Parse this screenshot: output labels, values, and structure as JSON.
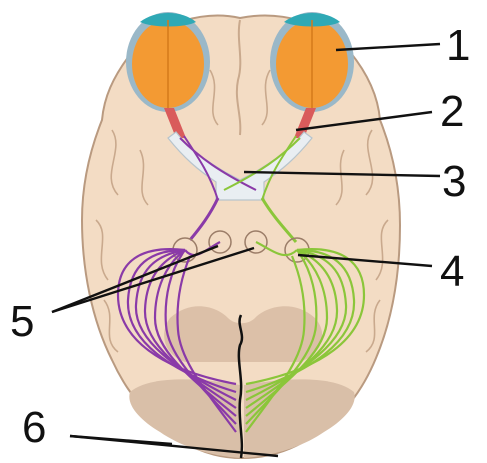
{
  "labels": [
    "1",
    "2",
    "3",
    "4",
    "5",
    "6"
  ],
  "colors": {
    "brain": "#f3dcc4",
    "brain_outline": "#b99a80",
    "brain_fold": "#c9a98d",
    "brainstem": "#dcc0a8",
    "cerebellum": "#d9bfa8",
    "eyeball": "#f39a33",
    "eyeball_edge": "#9ab8c8",
    "retina_top": "#2fa9b5",
    "left_path": "#8a3aa8",
    "right_path": "#8bc63a",
    "leader": "#111111",
    "background": "#ffffff"
  }
}
